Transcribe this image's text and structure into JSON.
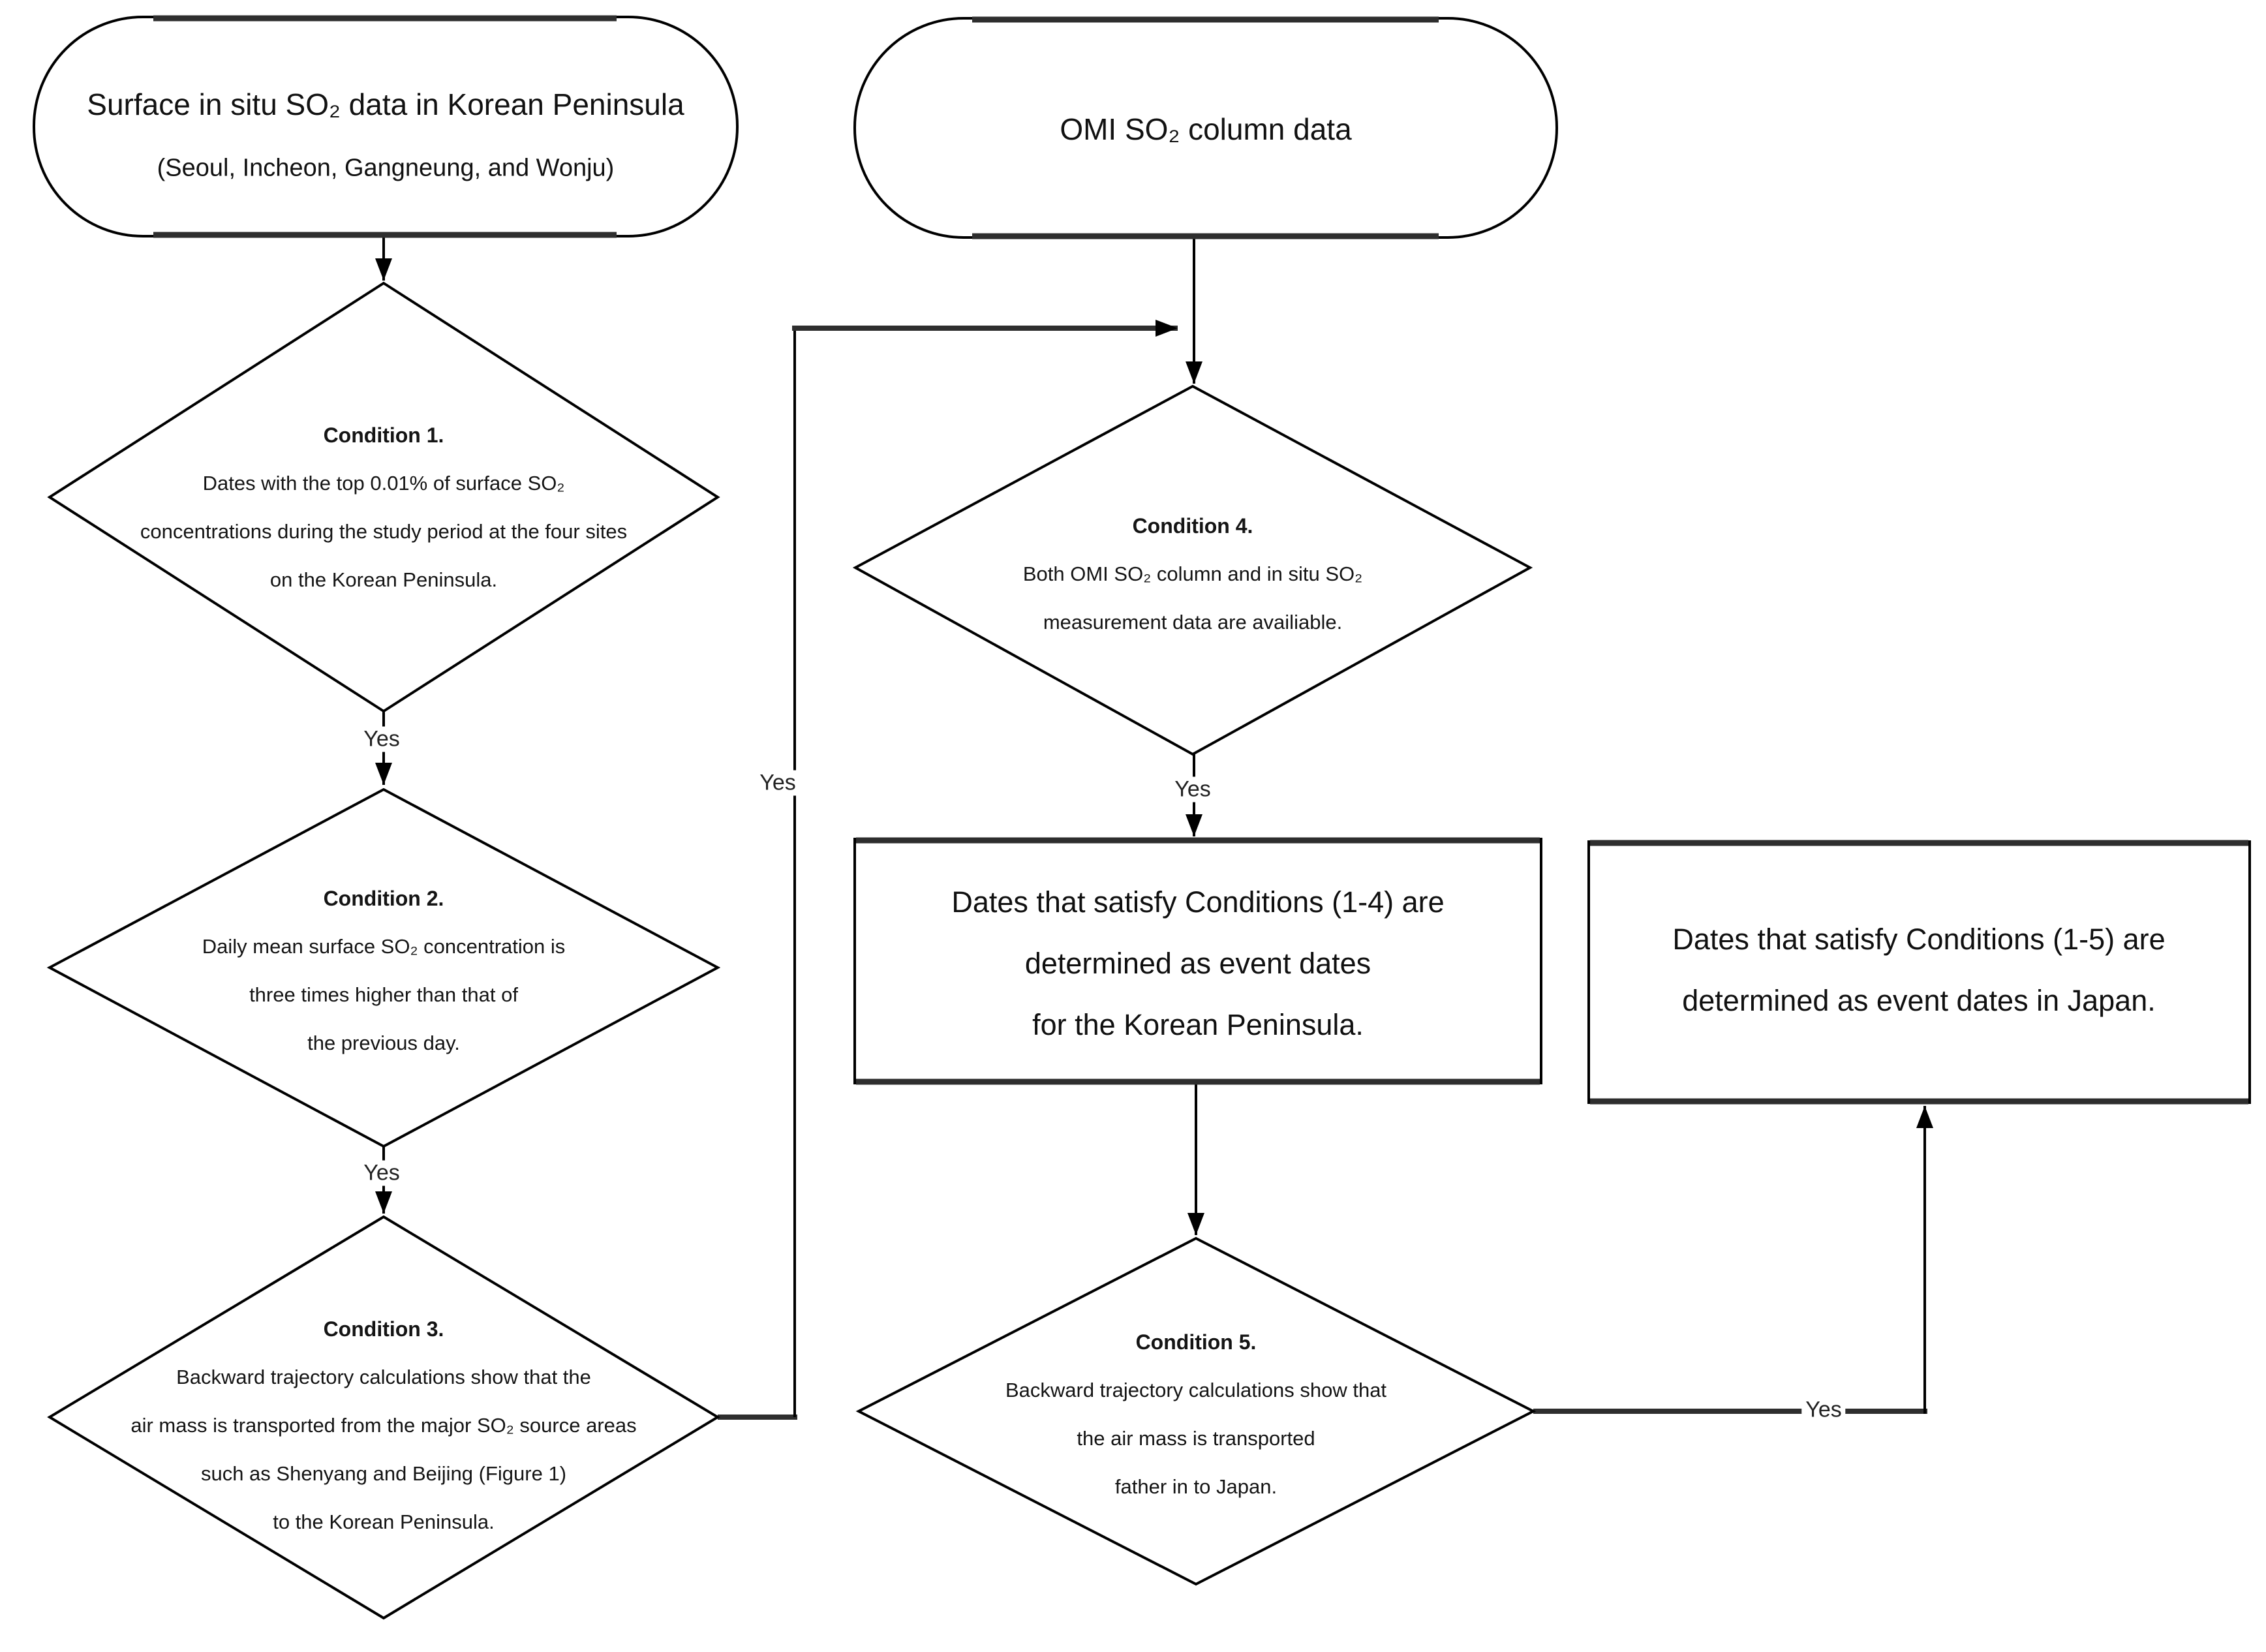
{
  "diagram": {
    "title": "SO2 event date determination flowchart",
    "nodes": {
      "surface_input": {
        "line1": "Surface in situ SO₂ data in Korean Peninsula",
        "line2": "(Seoul, Incheon, Gangneung, and Wonju)"
      },
      "omi_input": {
        "label": "OMI SO₂ column data"
      },
      "condition1": {
        "title": "Condition 1.",
        "lines": [
          "Dates with the top 0.01% of surface SO₂",
          "concentrations during the study period at the four sites",
          "on the Korean Peninsula."
        ]
      },
      "condition2": {
        "title": "Condition 2.",
        "lines": [
          "Daily mean surface SO₂ concentration is",
          "three times higher than that of",
          "the previous day."
        ]
      },
      "condition3": {
        "title": "Condition 3.",
        "lines": [
          "Backward trajectory calculations show that the",
          "air mass is transported from the major SO₂ source areas",
          "such as Shenyang and Beijing (Figure 1)",
          "to the Korean Peninsula."
        ]
      },
      "condition4": {
        "title": "Condition 4.",
        "lines": [
          "Both OMI SO₂ column and in situ SO₂",
          "measurement data are availiable."
        ]
      },
      "condition5": {
        "title": "Condition 5.",
        "lines": [
          "Backward trajectory calculations show that",
          "the air mass is transported",
          "father in to Japan."
        ]
      },
      "korea_result": {
        "lines": [
          "Dates that satisfy Conditions (1-4) are",
          "determined as event dates",
          "for the Korean Peninsula."
        ]
      },
      "japan_result": {
        "lines": [
          "Dates that satisfy Conditions (1-5) are",
          "determined as event dates in Japan."
        ]
      }
    },
    "edge_labels": {
      "c1_yes": "Yes",
      "c2_yes": "Yes",
      "c3_yes": "Yes",
      "c4_yes": "Yes",
      "c5_yes": "Yes"
    },
    "colors": {
      "background": "#ffffff",
      "stroke": "#000000",
      "thick_stroke": "#2e2e2e",
      "text": "#111111"
    }
  }
}
